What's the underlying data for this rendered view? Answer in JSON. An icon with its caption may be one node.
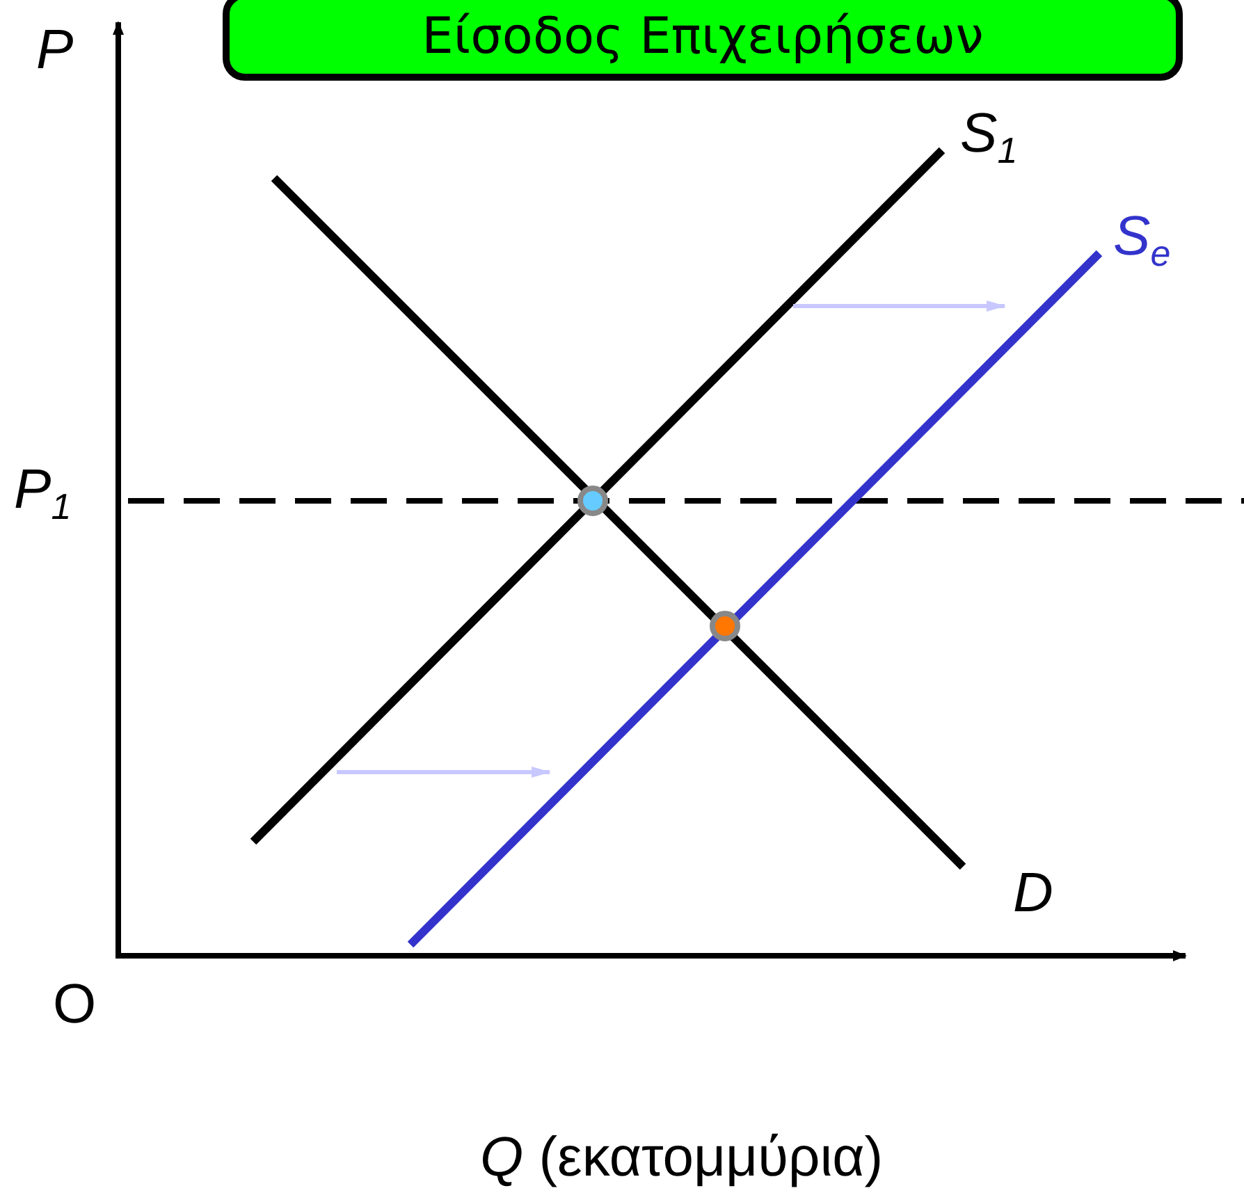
{
  "diagram": {
    "title": "Είσοδος Επιχειρήσεων",
    "labels": [
      "P",
      "P$_{1}$",
      "S$_{1}$",
      "S$_{e}$",
      "D",
      "O",
      "*Q* (εκατομμύρια)"
    ]
  }
}
